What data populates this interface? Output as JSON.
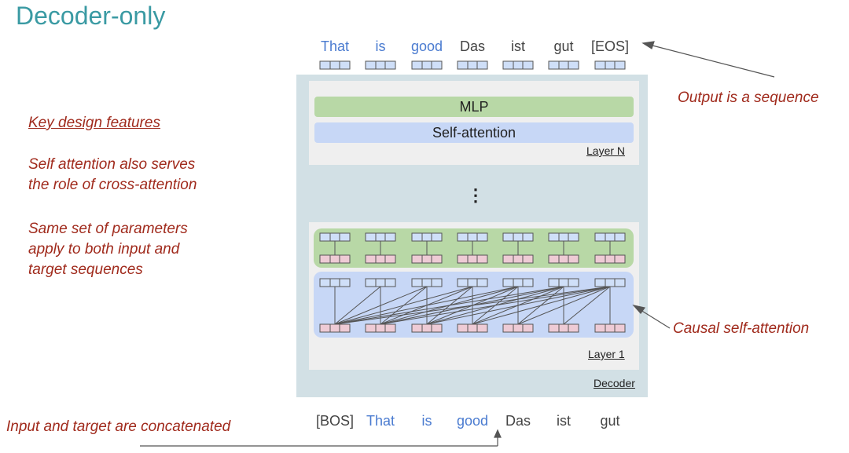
{
  "title": "Decoder-only",
  "notes": {
    "heading": "Key design features",
    "p1": [
      "Self attention also serves",
      "the role of cross-attention"
    ],
    "p2": [
      "Same set of parameters",
      "apply to both input and",
      "target sequences"
    ],
    "output": "Output is a sequence",
    "causal": "Causal self-attention",
    "concat": "Input and target are concatenated"
  },
  "output_tokens": [
    {
      "text": "That",
      "kind": "input"
    },
    {
      "text": "is",
      "kind": "input"
    },
    {
      "text": "good",
      "kind": "input"
    },
    {
      "text": "Das",
      "kind": "target"
    },
    {
      "text": "ist",
      "kind": "target"
    },
    {
      "text": "gut",
      "kind": "target"
    },
    {
      "text": "[EOS]",
      "kind": "target"
    }
  ],
  "input_tokens": [
    {
      "text": "[BOS]",
      "kind": "target"
    },
    {
      "text": "That",
      "kind": "input"
    },
    {
      "text": "is",
      "kind": "input"
    },
    {
      "text": "good",
      "kind": "input"
    },
    {
      "text": "Das",
      "kind": "target"
    },
    {
      "text": "ist",
      "kind": "target"
    },
    {
      "text": "gut",
      "kind": "target"
    }
  ],
  "layer_n": {
    "mlp": "MLP",
    "attn": "Self-attention",
    "label": "Layer N"
  },
  "ellipsis": "⋮",
  "layer_1": {
    "label": "Layer 1"
  },
  "decoder_label": "Decoder",
  "colors": {
    "teal_title": "#3a9aa3",
    "annotation_red": "#a02a1c",
    "input_blue": "#4a7bd0",
    "outer_panel": "#d2e0e5",
    "layer_panel": "#efefef",
    "mlp_green": "#b8d8a6",
    "attn_blue": "#c7d7f6",
    "token_box": "#cfdff8",
    "embedding_pink": "#eecbd5"
  }
}
